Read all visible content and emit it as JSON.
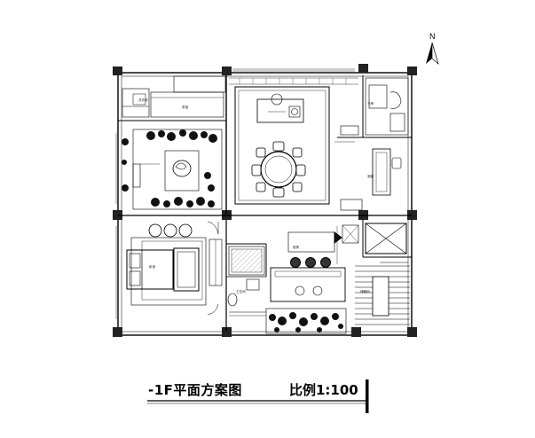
{
  "plan": {
    "title": "-1F平面方案图",
    "scale": "比例1:100",
    "north_letter": "N"
  },
  "rooms": {
    "laundry": "洗衣房",
    "tea_room": "茶室",
    "study": "书房",
    "wine_cellar": "酒窖",
    "bedroom": "卧室",
    "bathroom": "卫生间",
    "kitchen": "厨房",
    "storage": "储藏间"
  }
}
